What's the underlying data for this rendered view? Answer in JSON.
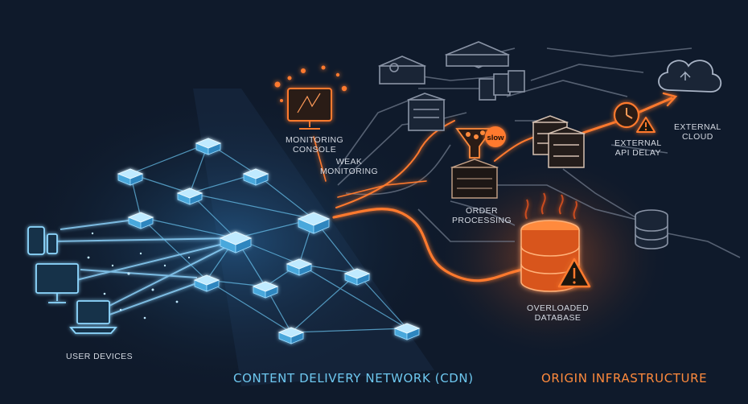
{
  "labels": {
    "user_devices": "USER DEVICES",
    "monitoring_console": [
      "MONITORING",
      "CONSOLE"
    ],
    "weak_monitoring": [
      "WEAK",
      "MONITORING"
    ],
    "order_processing": [
      "ORDER",
      "PROCESSING"
    ],
    "external_api_delay": [
      "EXTERNAL",
      "API DELAY"
    ],
    "external_cloud": [
      "EXTERNAL",
      "CLOUD"
    ],
    "overloaded_database": [
      "OVERLOADED",
      "DATABASE"
    ],
    "slow_badge": "slow"
  },
  "sections": {
    "cdn": "CONTENT DELIVERY NETWORK (CDN)",
    "origin": "ORIGIN INFRASTRUCTURE"
  },
  "colors": {
    "background": "#0f1a2b",
    "cdn_blue": "#5cc8ff",
    "origin_orange": "#ff7a2f",
    "line_gray": "#7d8799",
    "label_text": "#d4d9e2"
  },
  "icons": [
    "laptop-icon",
    "desktop-monitor-icon",
    "tablet-icon",
    "phone-icon",
    "cdn-node-icon",
    "monitor-icon",
    "server-icon",
    "funnel-icon",
    "database-icon",
    "warning-icon",
    "clock-icon",
    "cloud-icon",
    "flame-icon"
  ]
}
